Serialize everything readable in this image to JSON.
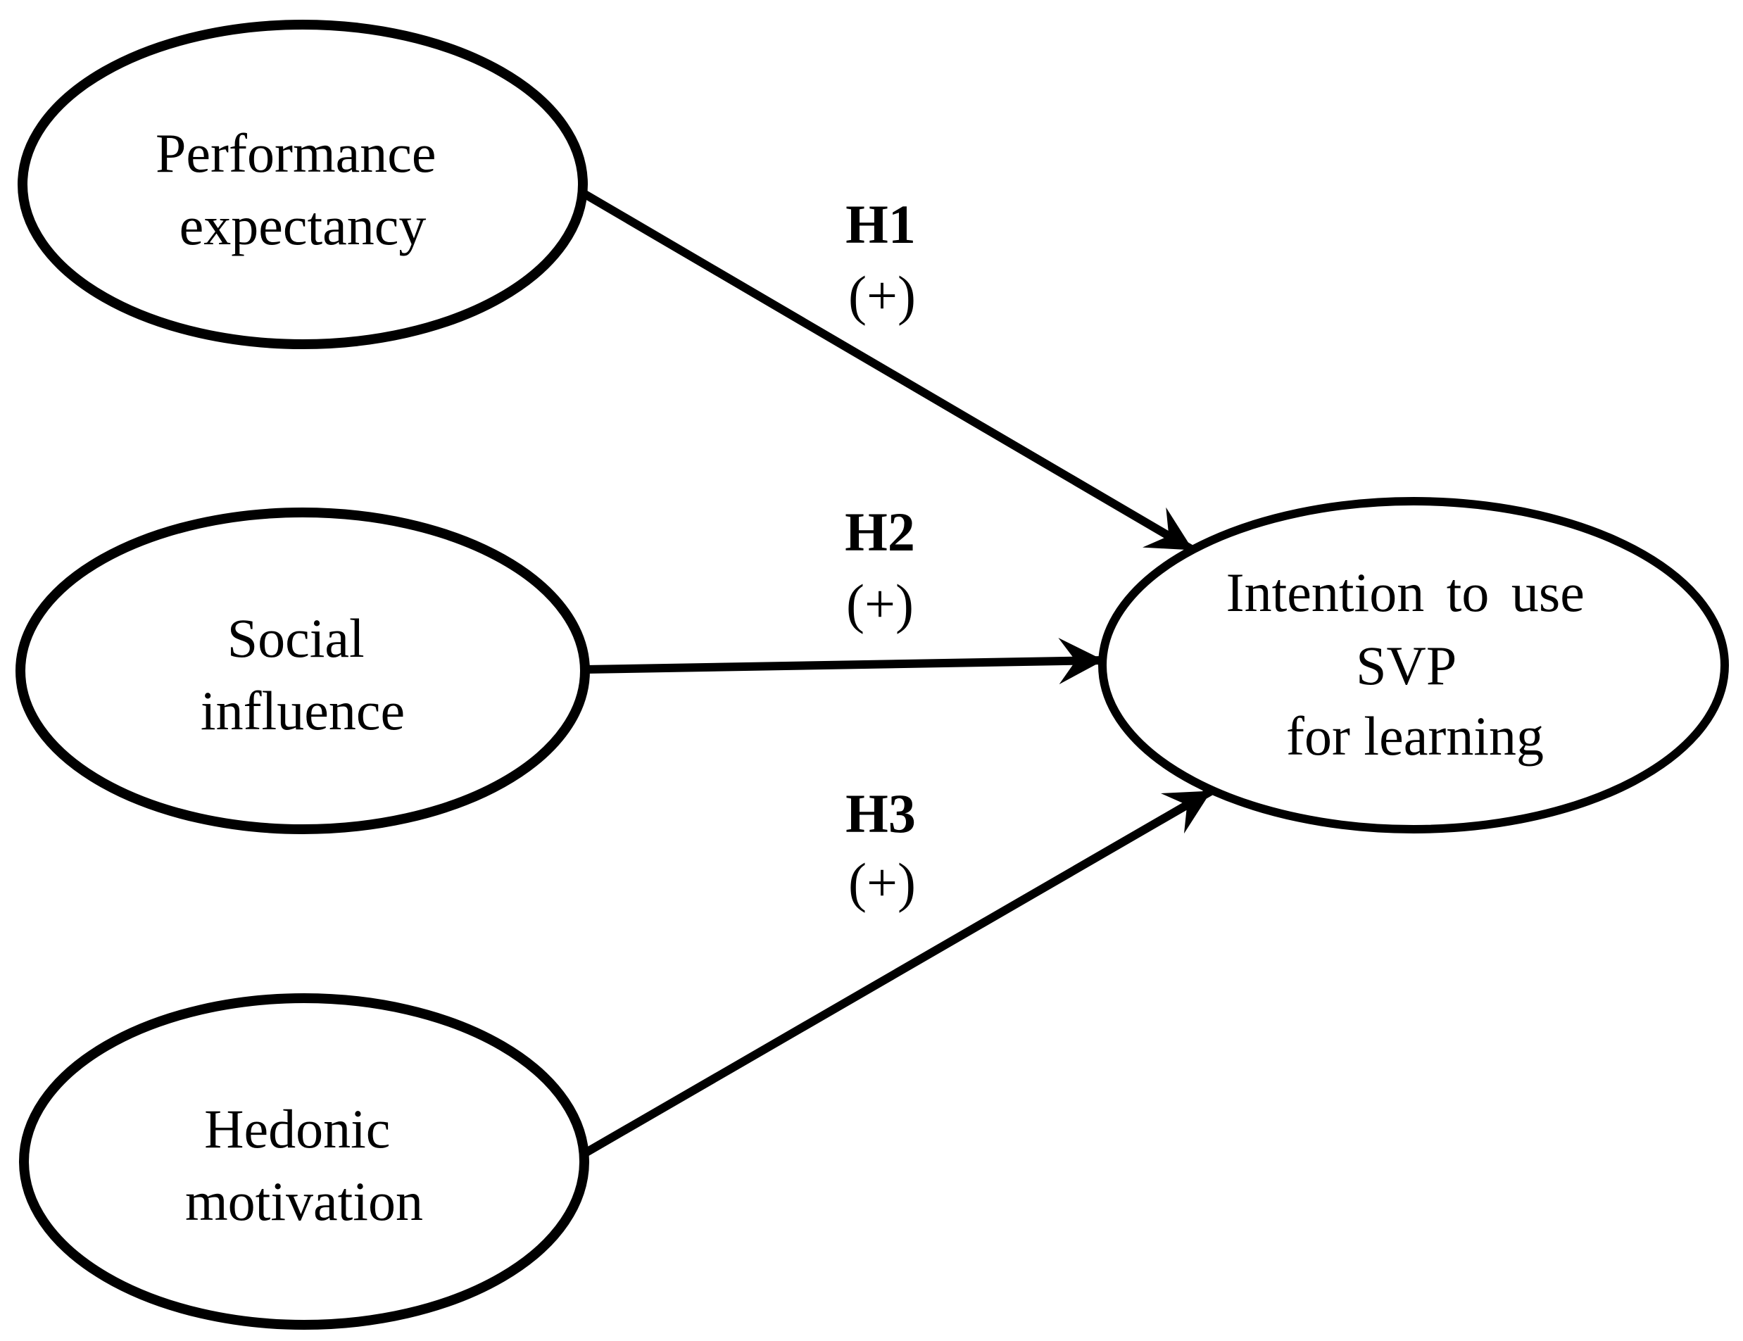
{
  "figure": {
    "type": "hypothesis-path-diagram",
    "colors": {
      "background": "#ffffff",
      "line": "#000000",
      "node_fill": "#ffffff",
      "text": "#000000"
    },
    "nodes": [
      {
        "id": "performance-expectancy",
        "lines": [
          "Performance",
          "expectancy"
        ]
      },
      {
        "id": "social-influence",
        "lines": [
          "Social",
          "influence"
        ]
      },
      {
        "id": "hedonic-motivation",
        "lines": [
          "Hedonic",
          "motivation"
        ]
      },
      {
        "id": "intention-to-use-svp",
        "lines": [
          "Intention to use",
          "SVP",
          "for learning"
        ]
      }
    ],
    "edges": [
      {
        "id": "h1",
        "from": "performance-expectancy",
        "to": "intention-to-use-svp",
        "label": "H1",
        "sign": "(+)"
      },
      {
        "id": "h2",
        "from": "social-influence",
        "to": "intention-to-use-svp",
        "label": "H2",
        "sign": "(+)"
      },
      {
        "id": "h3",
        "from": "hedonic-motivation",
        "to": "intention-to-use-svp",
        "label": "H3",
        "sign": "(+)"
      }
    ]
  }
}
